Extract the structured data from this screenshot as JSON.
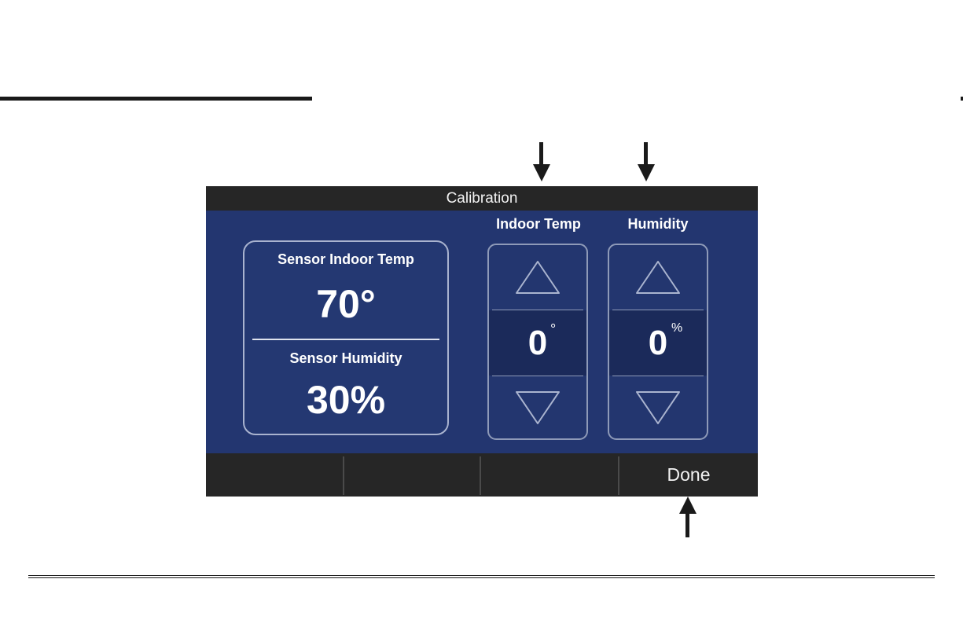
{
  "screen": {
    "title": "Calibration",
    "sensor": {
      "temp_label": "Sensor Indoor Temp",
      "temp_value": "70°",
      "humidity_label": "Sensor Humidity",
      "humidity_value": "30%"
    },
    "temp_adjust": {
      "label": "Indoor Temp",
      "value": "0",
      "unit": "°"
    },
    "humidity_adjust": {
      "label": "Humidity",
      "value": "0",
      "unit": "%"
    },
    "footer": {
      "button_1": "",
      "button_2": "",
      "button_3": "",
      "done_label": "Done"
    }
  },
  "icons": [
    "up-triangle-icon",
    "down-triangle-icon",
    "arrow-down-icon",
    "arrow-up-icon"
  ],
  "colors": {
    "screen_bg": "#233670",
    "bar_bg": "#262626",
    "value_bg": "#1b2a5a",
    "border": "#a9b3cf"
  }
}
